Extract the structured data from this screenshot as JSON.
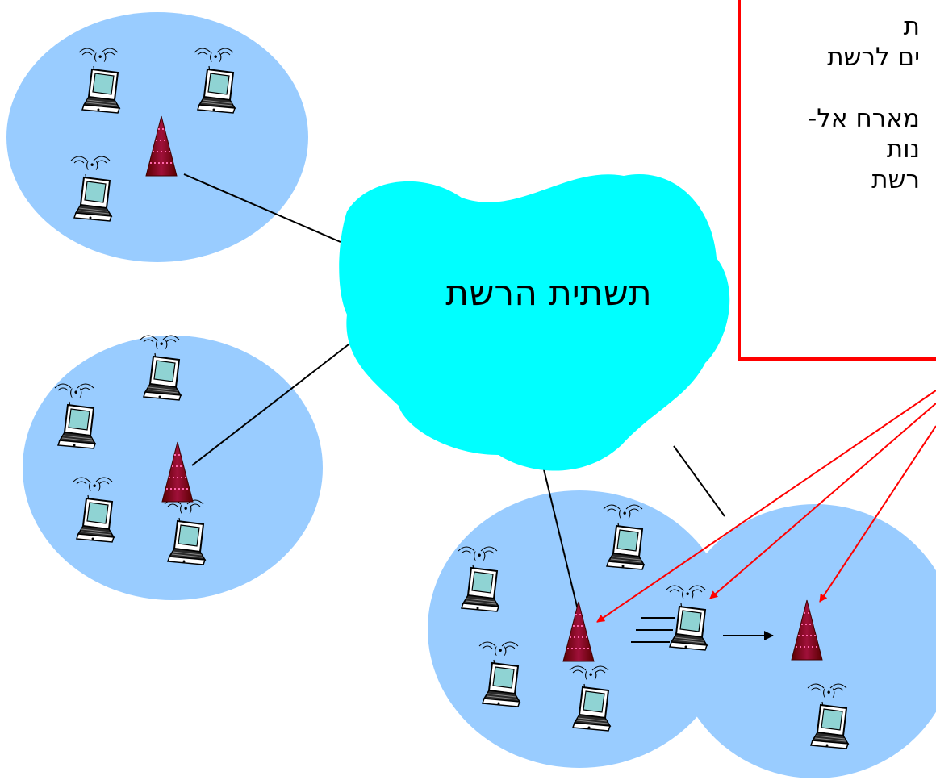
{
  "diagram": {
    "cloud_label": "תשתית הרשת",
    "callout_lines": [
      "ת",
      "ים לרשת",
      "",
      "מארח אל-",
      "נות",
      "רשת"
    ]
  },
  "colors": {
    "cell_fill": "#99ccff",
    "cloud_fill": "#00ffff",
    "tower": "#800000",
    "callout_border": "#ff0000",
    "arrow_red": "#ff0000",
    "link": "#000000"
  },
  "icons": {
    "laptop": "laptop-icon",
    "tower": "base-station-icon",
    "motion": "motion-lines-icon"
  }
}
